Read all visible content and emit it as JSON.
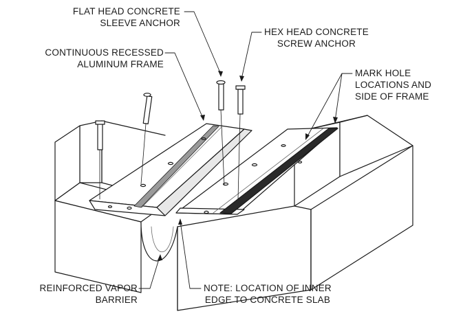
{
  "callouts": {
    "flat_head_anchor": [
      "FLAT HEAD CONCRETE",
      "SLEEVE ANCHOR"
    ],
    "hex_head_anchor": [
      "HEX HEAD CONCRETE",
      "SCREW ANCHOR"
    ],
    "recessed_frame": [
      "CONTINUOUS RECESSED",
      "ALUMINUM FRAME"
    ],
    "mark_hole": [
      "MARK HOLE",
      "LOCATIONS AND",
      "SIDE OF FRAME"
    ],
    "vapor_barrier": [
      "REINFORCED VAPOR",
      "BARRIER"
    ],
    "inner_edge_note": [
      "NOTE: LOCATION OF INNER",
      "EDGE TO CONCRETE SLAB"
    ]
  },
  "colors": {
    "line": "#1a1a1a",
    "fill": "#ffffff",
    "shade": "#9a9a9a",
    "dark": "#2a2a2a"
  }
}
